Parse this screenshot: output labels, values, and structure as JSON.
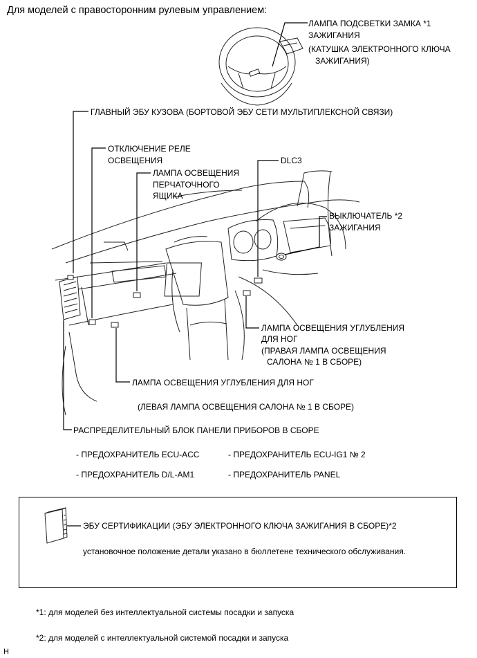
{
  "heading": "Для моделей с правосторонним рулевым управлением:",
  "callouts": {
    "ignition_lamp": [
      "ЛАМПА ПОДСВЕТКИ ЗАМКА *1",
      "ЗАЖИГАНИЯ"
    ],
    "ignition_lamp_note": [
      "(КАТУШКА ЭЛЕКТРОННОГО КЛЮЧА",
      "ЗАЖИГАНИЯ)"
    ],
    "main_body_ecu": "ГЛАВНЫЙ ЭБУ КУЗОВА (БОРТОВОЙ ЭБУ СЕТИ МУЛЬТИПЛЕКСНОЙ СВЯЗИ)",
    "light_relay_cutoff": [
      "ОТКЛЮЧЕНИЕ РЕЛЕ",
      "ОСВЕЩЕНИЯ"
    ],
    "glove_box_lamp": [
      "ЛАМПА ОСВЕЩЕНИЯ",
      "ПЕРЧАТОЧНОГО",
      "ЯЩИКА"
    ],
    "dlc3": "DLC3",
    "ignition_switch": [
      "ВЫКЛЮЧАТЕЛЬ *2",
      "ЗАЖИГАНИЯ"
    ],
    "footwell_lamp_right": [
      "ЛАМПА ОСВЕЩЕНИЯ УГЛУБЛЕНИЯ",
      "ДЛЯ НОГ"
    ],
    "footwell_lamp_right_note": [
      "(ПРАВАЯ ЛАМПА ОСВЕЩЕНИЯ",
      "САЛОНА № 1 В СБОРЕ)"
    ],
    "footwell_lamp_left": "ЛАМПА ОСВЕЩЕНИЯ УГЛУБЛЕНИЯ ДЛЯ НОГ",
    "footwell_lamp_left_note": "(ЛЕВАЯ ЛАМПА ОСВЕЩЕНИЯ САЛОНА № 1 В СБОРЕ)",
    "junction_block": "РАСПРЕДЕЛИТЕЛЬНЫЙ БЛОК ПАНЕЛИ ПРИБОРОВ В СБОРЕ",
    "fuses": [
      "- ПРЕДОХРАНИТЕЛЬ ECU-ACC",
      "- ПРЕДОХРАНИТЕЛЬ ECU-IG1 № 2",
      "- ПРЕДОХРАНИТЕЛЬ D/L-AM1",
      "- ПРЕДОХРАНИТЕЛЬ PANEL"
    ]
  },
  "box": {
    "title": "ЭБУ СЕРТИФИКАЦИИ (ЭБУ ЭЛЕКТРОННОГО КЛЮЧА ЗАЖИГАНИЯ В СБОРЕ)*2",
    "note": "установочное положение детали указано в бюллетене технического обслуживания."
  },
  "footnotes": [
    "*1: для моделей без интеллектуальной системы посадки и запуска",
    "*2: для моделей с интеллектуальной системой посадки и запуска"
  ],
  "corner_mark": "H"
}
